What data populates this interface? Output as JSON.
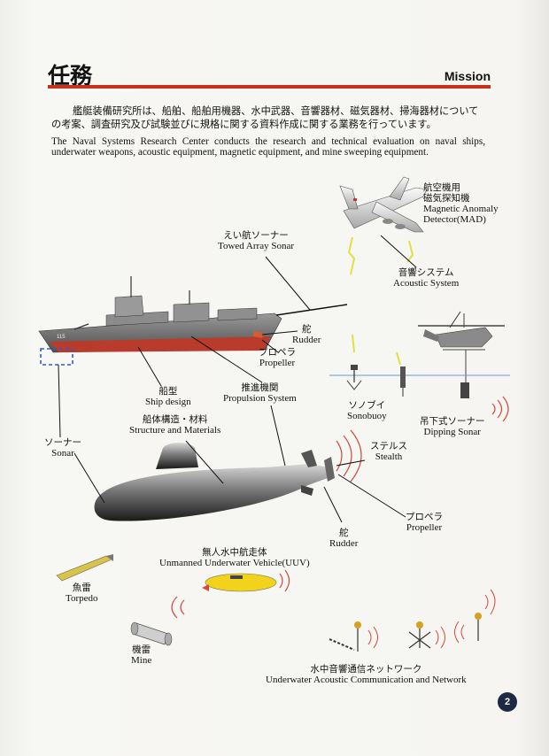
{
  "header": {
    "title_ja": "任務",
    "title_en": "Mission"
  },
  "intro": {
    "ja": "艦艇装備研究所は、船舶、船舶用機器、水中武器、音響器材、磁気器材、掃海器材についての考案、調査研究及び試験並びに規格に関する資料作成に関する業務を行っています。",
    "en": "The Naval Systems Research Center conducts the research and technical evaluation on naval ships, underwater weapons, acoustic equipment, magnetic equipment, and mine sweeping equipment."
  },
  "labels": {
    "mad": {
      "ja1": "航空機用",
      "ja2": "磁気探知機",
      "en1": "Magnetic Anomaly",
      "en2": "Detector(MAD)"
    },
    "towed": {
      "ja": "えい航ソーナー",
      "en": "Towed Array Sonar"
    },
    "acoustic": {
      "ja": "音響システム",
      "en": "Acoustic System"
    },
    "rudder_ship": {
      "ja": "舵",
      "en": "Rudder"
    },
    "propeller_ship": {
      "ja": "プロペラ",
      "en": "Propeller"
    },
    "ship_design": {
      "ja": "船型",
      "en": "Ship design"
    },
    "propulsion": {
      "ja": "推進機関",
      "en": "Propulsion System"
    },
    "structure": {
      "ja": "船体構造・材料",
      "en": "Structure and Materials"
    },
    "sonar": {
      "ja": "ソーナー",
      "en": "Sonar"
    },
    "sonobuoy": {
      "ja": "ソノブイ",
      "en": "Sonobuoy"
    },
    "dipping": {
      "ja": "吊下式ソーナー",
      "en": "Dipping Sonar"
    },
    "stealth": {
      "ja": "ステルス",
      "en": "Stealth"
    },
    "propeller_sub": {
      "ja": "プロペラ",
      "en": "Propeller"
    },
    "rudder_sub": {
      "ja": "舵",
      "en": "Rudder"
    },
    "uuv": {
      "ja": "無人水中航走体",
      "en": "Unmanned Underwater Vehicle(UUV)"
    },
    "torpedo": {
      "ja": "魚雷",
      "en": "Torpedo"
    },
    "mine": {
      "ja": "機雷",
      "en": "Mine"
    },
    "network": {
      "ja": "水中音響通信ネットワーク",
      "en": "Underwater Acoustic Communication and Network"
    }
  },
  "ship": {
    "hull_number": "115"
  },
  "page_number": "2",
  "colors": {
    "accent_rule": "#c8301c",
    "sonar_box": "#2a5bd8",
    "signal": "#e0e040",
    "waves": "#d44a3a",
    "uuv": "#f2d21a"
  }
}
